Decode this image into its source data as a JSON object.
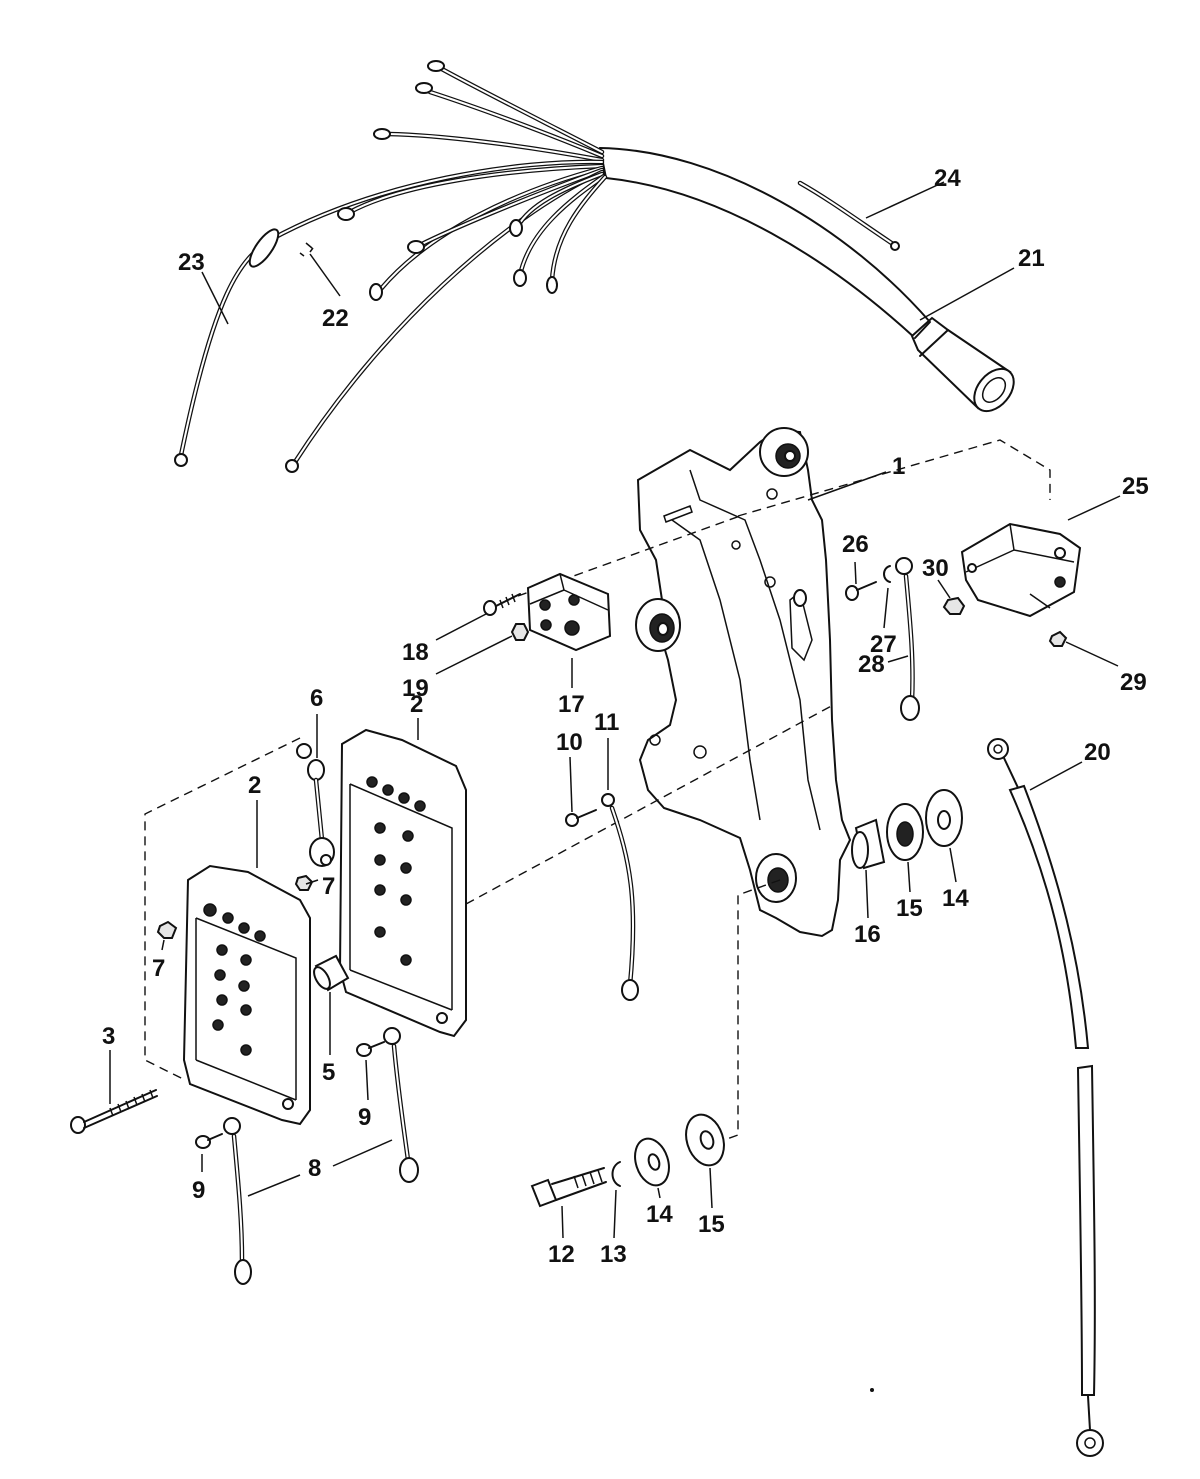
{
  "callouts": [
    {
      "id": "c1",
      "text": "1"
    },
    {
      "id": "c2a",
      "text": "2"
    },
    {
      "id": "c2b",
      "text": "2"
    },
    {
      "id": "c3",
      "text": "3"
    },
    {
      "id": "c5",
      "text": "5"
    },
    {
      "id": "c6",
      "text": "6"
    },
    {
      "id": "c7a",
      "text": "7"
    },
    {
      "id": "c7b",
      "text": "7"
    },
    {
      "id": "c8",
      "text": "8"
    },
    {
      "id": "c9a",
      "text": "9"
    },
    {
      "id": "c9b",
      "text": "9"
    },
    {
      "id": "c10",
      "text": "10"
    },
    {
      "id": "c11",
      "text": "11"
    },
    {
      "id": "c12",
      "text": "12"
    },
    {
      "id": "c13",
      "text": "13"
    },
    {
      "id": "c14a",
      "text": "14"
    },
    {
      "id": "c14b",
      "text": "14"
    },
    {
      "id": "c15a",
      "text": "15"
    },
    {
      "id": "c15b",
      "text": "15"
    },
    {
      "id": "c16",
      "text": "16"
    },
    {
      "id": "c17",
      "text": "17"
    },
    {
      "id": "c18",
      "text": "18"
    },
    {
      "id": "c19",
      "text": "19"
    },
    {
      "id": "c20",
      "text": "20"
    },
    {
      "id": "c21",
      "text": "21"
    },
    {
      "id": "c22",
      "text": "22"
    },
    {
      "id": "c23",
      "text": "23"
    },
    {
      "id": "c24",
      "text": "24"
    },
    {
      "id": "c25",
      "text": "25"
    },
    {
      "id": "c26",
      "text": "26"
    },
    {
      "id": "c27",
      "text": "27"
    },
    {
      "id": "c28",
      "text": "28"
    },
    {
      "id": "c29",
      "text": "29"
    },
    {
      "id": "c30",
      "text": "30"
    }
  ],
  "parts": [
    "mounting-bracket",
    "switch-box",
    "switch-box",
    "screw",
    "sleeve",
    "ground-lead",
    "nut",
    "ground-lead",
    "screw",
    "screw",
    "lockwasher",
    "bolt",
    "lockwasher",
    "washer",
    "grommet",
    "spacer",
    "rectifier",
    "screw",
    "nut",
    "battery-cable",
    "wiring-harness",
    "screw",
    "lead",
    "lead",
    "starter-solenoid",
    "screw",
    "lockwasher",
    "ground-lead",
    "nut",
    "nut"
  ]
}
